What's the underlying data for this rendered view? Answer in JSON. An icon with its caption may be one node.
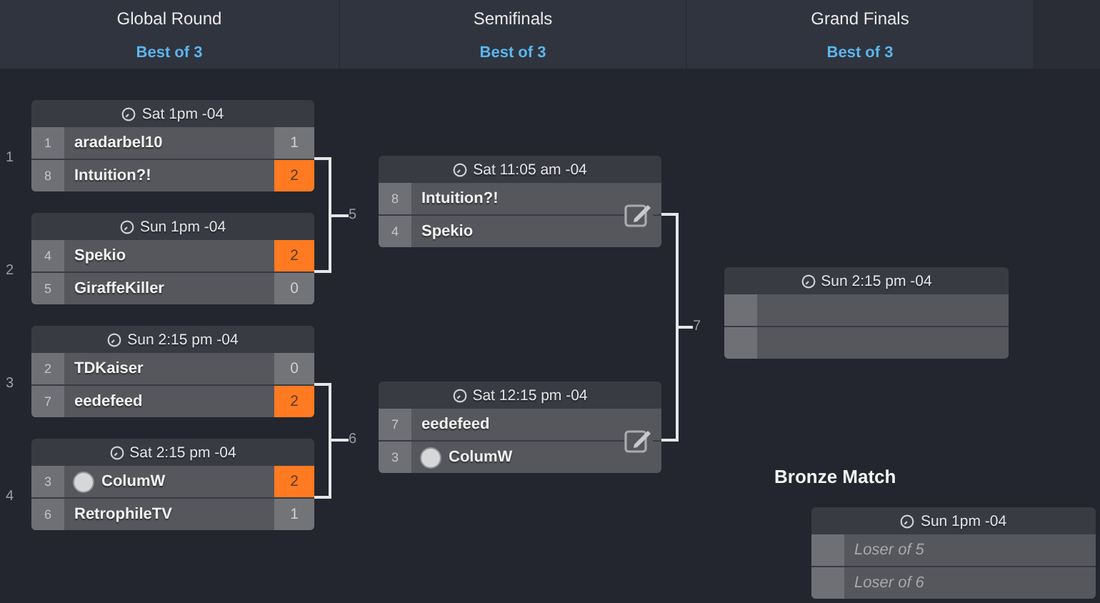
{
  "diagram": {
    "nodes": [
      {
        "text": [
          "Global Round",
          "Best of 3"
        ]
      },
      {
        "text": [
          "Semifinals",
          "Best of 3"
        ]
      },
      {
        "text": [
          "Grand Finals",
          "Best of 3"
        ]
      },
      {
        "text": [
          "Sat 1pm -04"
        ],
        "beside": [
          "1"
        ]
      },
      {
        "text": [
          "1",
          "aradarbel10",
          "1"
        ],
        "in": 3
      },
      {
        "text": [
          "8",
          "Intuition?!",
          "2"
        ],
        "in": 3
      },
      {
        "text": [
          "Sun 1pm -04"
        ],
        "beside": [
          "2"
        ]
      },
      {
        "text": [
          "4",
          "Spekio",
          "2"
        ],
        "in": 6
      },
      {
        "text": [
          "5",
          "GiraffeKiller",
          "0"
        ],
        "in": 6
      },
      {
        "text": [
          "Sun 2:15 pm -04"
        ],
        "beside": [
          "3"
        ]
      },
      {
        "text": [
          "2",
          "TDKaiser",
          "0"
        ],
        "in": 9
      },
      {
        "text": [
          "7",
          "eedefeed",
          "2"
        ],
        "in": 9
      },
      {
        "text": [
          "Sat 2:15 pm -04"
        ],
        "beside": [
          "4"
        ]
      },
      {
        "text": [
          "3",
          "ColumW",
          "2"
        ],
        "in": 12
      },
      {
        "text": [
          "6",
          "RetrophileTV",
          "1"
        ],
        "in": 12
      },
      {
        "text": [
          "5"
        ]
      },
      {
        "text": [
          "6"
        ]
      },
      {
        "text": [
          "Sat 11:05 am -04"
        ]
      },
      {
        "text": [
          "8",
          "Intuition?!"
        ],
        "in": 17
      },
      {
        "text": [
          "4",
          "Spekio"
        ],
        "in": 17
      },
      {
        "text": [
          "Sat 12:15 pm -04"
        ]
      },
      {
        "text": [
          "7",
          "eedefeed"
        ],
        "in": 20
      },
      {
        "text": [
          "3",
          "ColumW"
        ],
        "in": 20
      },
      {
        "text": [
          "7"
        ]
      },
      {
        "text": [
          "Sun 2:15 pm -04"
        ]
      },
      {
        "text": [],
        "shape": "box",
        "in": 24
      },
      {
        "text": [],
        "shape": "box",
        "in": 24
      },
      {
        "text": [
          "Sun 1pm -04"
        ]
      },
      {
        "text": [
          "Loser of 5"
        ],
        "in": 27
      },
      {
        "text": [
          "Loser of 6"
        ],
        "in": 27
      }
    ],
    "edges": [
      {
        "from": 3,
        "to": 15,
        "arrow": "none"
      },
      {
        "from": 6,
        "to": 15,
        "arrow": "none"
      },
      {
        "from": 9,
        "to": 16,
        "arrow": "none"
      },
      {
        "from": 12,
        "to": 16,
        "arrow": "none"
      },
      {
        "from": 17,
        "to": 23,
        "arrow": "none"
      },
      {
        "from": 20,
        "to": 23,
        "arrow": "none"
      }
    ],
    "labels": [
      "Bronze Match"
    ]
  }
}
